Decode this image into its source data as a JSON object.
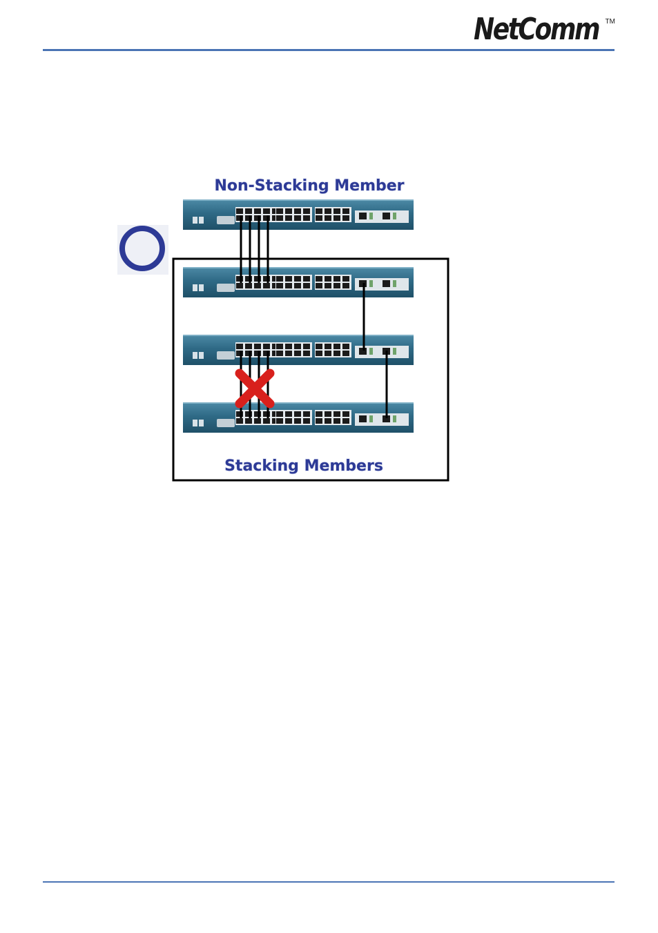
{
  "header": {
    "logo_text": "NetComm",
    "logo_tm": "TM",
    "rule_color": "#4a74b4"
  },
  "diagram": {
    "label_non_stacking": "Non-Stacking Member",
    "label_stacking": "Stacking Members",
    "correct_mark": "circle",
    "wrong_mark": "cross",
    "switch_count": 4,
    "colors": {
      "switch_body": "#2f6a86",
      "label_text": "#2d3a96",
      "circle_mark": "#2d3a96",
      "cross_mark": "#d8201c",
      "cable": "#000000"
    }
  }
}
